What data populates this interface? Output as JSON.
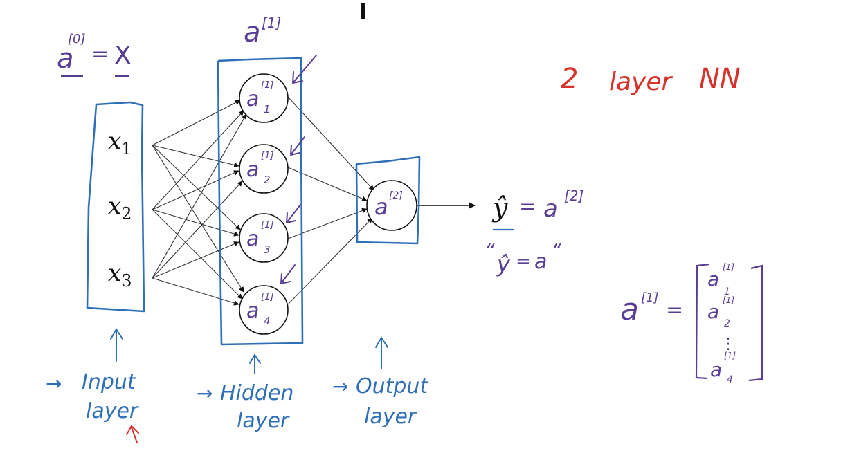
{
  "colors": {
    "ink_blue": "#2f6fb8",
    "ink_purple": "#5a3d95",
    "ink_red": "#d6332c",
    "ink_black": "#111111",
    "edge_gray": "#333333"
  },
  "input": {
    "lhs": "a",
    "lhs_sup": "[0]",
    "eq": "=",
    "rhs": "X",
    "nodes": [
      {
        "base": "x",
        "sub": "1"
      },
      {
        "base": "x",
        "sub": "2"
      },
      {
        "base": "x",
        "sub": "3"
      }
    ]
  },
  "hidden": {
    "header": "a",
    "header_sup": "[1]",
    "nodes": [
      {
        "base": "a",
        "sup": "[1]",
        "sub": "1"
      },
      {
        "base": "a",
        "sup": "[1]",
        "sub": "2"
      },
      {
        "base": "a",
        "sup": "[1]",
        "sub": "3"
      },
      {
        "base": "a",
        "sup": "[1]",
        "sub": "4"
      }
    ]
  },
  "output": {
    "node": {
      "base": "a",
      "sup": "[2]"
    },
    "yhat": "ŷ",
    "eq": "=",
    "rhs": "a",
    "rhs_sup": "[2]",
    "quote_lhs": "ŷ",
    "quote_eq": "=",
    "quote_rhs": "a",
    "quote_open": "“",
    "quote_close": "“"
  },
  "layer_labels": {
    "input_line1": "Input",
    "input_line2": "layer",
    "hidden_line1": "Hidden",
    "hidden_line2": "layer",
    "output_line1": "Output",
    "output_line2": "layer",
    "arrow": "→"
  },
  "title": {
    "num": "2",
    "word": "layer",
    "nn": "NN"
  },
  "vector": {
    "lhs": "a",
    "lhs_sup": "[1]",
    "eq": "=",
    "entries": [
      {
        "base": "a",
        "sup": "[1]",
        "sub": "1"
      },
      {
        "base": "a",
        "sup": "[1]",
        "sub": "2"
      },
      {
        "base": "a",
        "sup": "[1]",
        "sub": "4"
      }
    ],
    "dots": "⋮"
  }
}
